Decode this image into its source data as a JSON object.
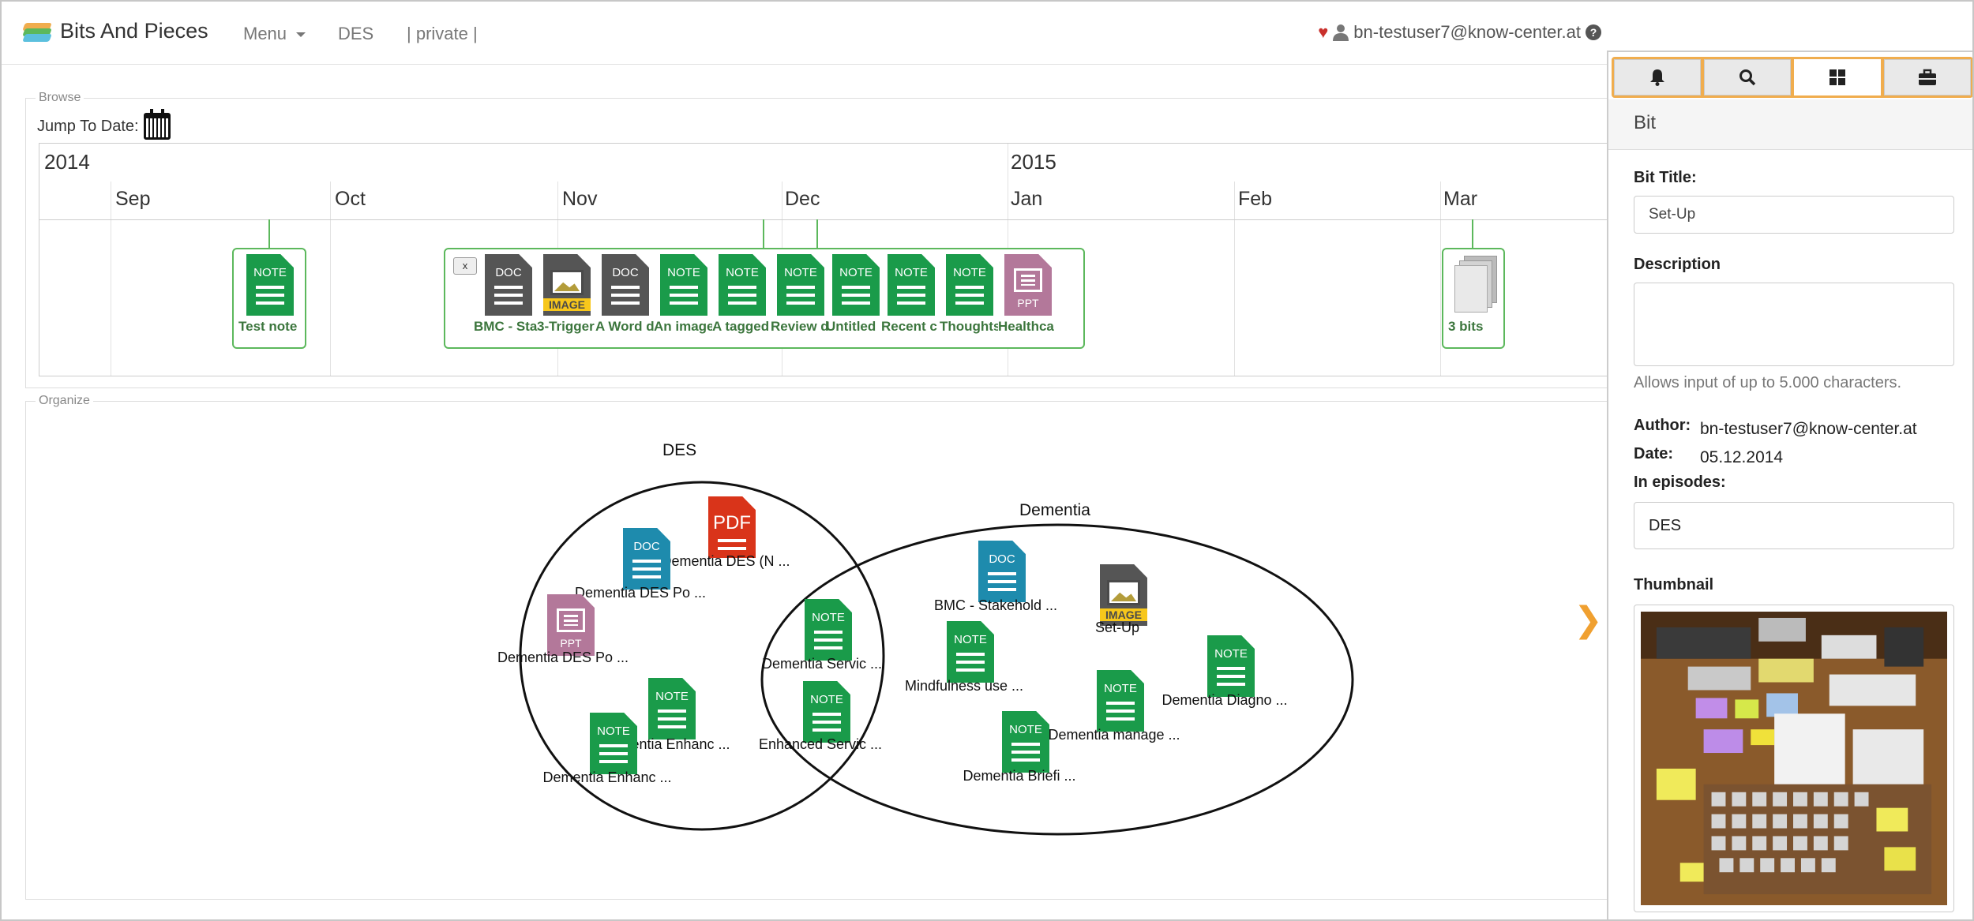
{
  "navbar": {
    "brand": "Bits And Pieces",
    "menu_label": "Menu",
    "episode": "DES",
    "privacy": "| private |",
    "user": "bn-testuser7@know-center.at"
  },
  "browse": {
    "legend": "Browse",
    "jump_label": "Jump To Date:",
    "years": [
      "2014",
      "2015"
    ],
    "months": [
      "Sep",
      "Oct",
      "Nov",
      "Dec",
      "Jan",
      "Feb",
      "Mar"
    ],
    "close_label": "x",
    "clusters": [
      {
        "label": "Test note"
      },
      {
        "labels": [
          "BMC - Sta",
          "3-Trigger",
          "A Word d",
          "An image",
          "A tagged",
          "Review d",
          "Untitled",
          "Recent c",
          "Thoughts",
          "Healthca"
        ]
      },
      {
        "label": "3 bits"
      }
    ]
  },
  "organize": {
    "legend": "Organize",
    "episodes": [
      {
        "title": "DES"
      },
      {
        "title": "Dementia"
      }
    ],
    "nodes": [
      {
        "type": "PDF",
        "label": "Dementia DES (N ..."
      },
      {
        "type": "DOC",
        "label": "Dementia DES Po ..."
      },
      {
        "type": "PPT",
        "label": "Dementia DES Po ..."
      },
      {
        "type": "NOTE",
        "label": "Dementia Servic ..."
      },
      {
        "type": "NOTE",
        "label": "Dementia Enhanc ..."
      },
      {
        "type": "NOTE",
        "label": "Dementia Enhanc ..."
      },
      {
        "type": "NOTE",
        "label": "Enhanced Servic ..."
      },
      {
        "type": "DOC",
        "label": "BMC - Stakehold ..."
      },
      {
        "type": "IMAGE",
        "label": "Set-Up"
      },
      {
        "type": "NOTE",
        "label": "Mindfulness use ..."
      },
      {
        "type": "NOTE",
        "label": "Dementia Diagno ..."
      },
      {
        "type": "NOTE",
        "label": "Dementia manage ..."
      },
      {
        "type": "NOTE",
        "label": "Dementia Briefi ..."
      }
    ]
  },
  "side": {
    "panel_title": "Bit",
    "bit_title_label": "Bit Title:",
    "bit_title_value": "Set-Up",
    "description_label": "Description",
    "description_value": "",
    "help": "Allows input of up to 5.000 characters.",
    "author_label": "Author:",
    "author_value": "bn-testuser7@know-center.at",
    "date_label": "Date:",
    "date_value": "05.12.2014",
    "episodes_label": "In episodes:",
    "episodes_value": "DES",
    "thumbnail_label": "Thumbnail"
  },
  "icon_types": {
    "note": "NOTE",
    "doc": "DOC",
    "image": "IMAGE",
    "ppt": "PPT",
    "pdf": "PDF"
  },
  "colors": {
    "note": "#1a9b4a",
    "doc": "#1e8bad",
    "doc_dark": "#555555",
    "image": "#555555",
    "ppt": "#b3789a",
    "pdf": "#d9341a",
    "accent": "#f0ad4e",
    "cluster": "#5cb85c"
  }
}
